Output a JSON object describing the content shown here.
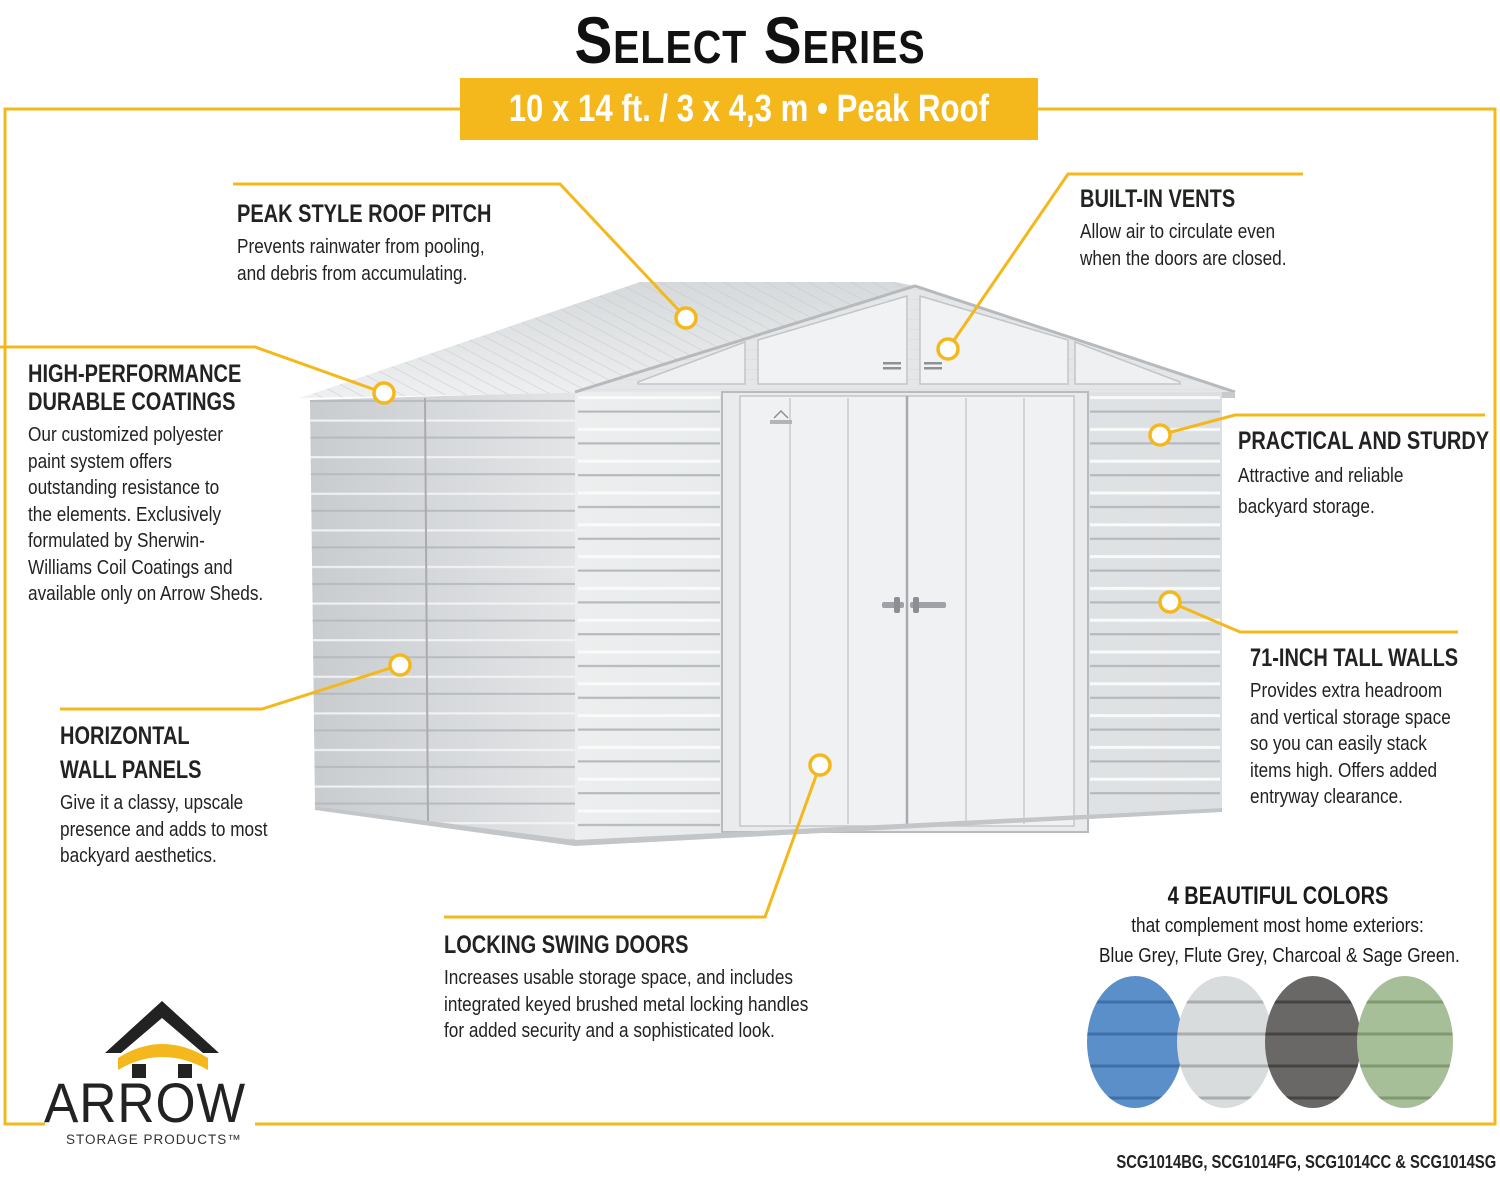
{
  "header": {
    "title": "Select Series",
    "subtitle": "10 x 14 ft. / 3 x 4,3 m  •  Peak Roof"
  },
  "features": {
    "roof": {
      "title": "PEAK STYLE ROOF PITCH",
      "lines": [
        "Prevents rainwater from pooling,",
        "and debris from accumulating."
      ]
    },
    "coatings": {
      "title_lines": [
        "HIGH-PERFORMANCE",
        "DURABLE COATINGS"
      ],
      "lines": [
        "Our customized polyester",
        "paint system offers",
        "outstanding resistance to",
        "the elements. Exclusively",
        "formulated by Sherwin-",
        "Williams Coil Coatings and",
        "available only on Arrow Sheds."
      ]
    },
    "panels": {
      "title_lines": [
        "HORIZONTAL",
        "WALL PANELS"
      ],
      "lines": [
        "Give it a classy, upscale",
        "presence and adds to most",
        "backyard aesthetics."
      ]
    },
    "doors": {
      "title": "LOCKING SWING DOORS",
      "lines": [
        "Increases usable storage space, and includes",
        "integrated keyed brushed metal locking handles",
        "for added security and a sophisticated look."
      ]
    },
    "vents": {
      "title": "BUILT-IN VENTS",
      "lines": [
        "Allow air to circulate even",
        "when the doors are closed."
      ]
    },
    "sturdy": {
      "title": "PRACTICAL AND STURDY",
      "lines": [
        "Attractive and reliable",
        "backyard storage."
      ]
    },
    "walls": {
      "title": "71-INCH TALL WALLS",
      "lines": [
        "Provides extra headroom",
        "and vertical storage space",
        "so you can easily stack",
        "items high. Offers added",
        "entryway clearance."
      ]
    }
  },
  "colors": {
    "title": "4 BEAUTIFUL COLORS",
    "line1": "that complement most home exteriors:",
    "line2": "Blue Grey, Flute Grey, Charcoal & Sage Green.",
    "swatches": [
      {
        "name": "blue-grey",
        "hex": "#5b8fc9"
      },
      {
        "name": "flute-grey",
        "hex": "#d9dcdc"
      },
      {
        "name": "charcoal",
        "hex": "#6a6866"
      },
      {
        "name": "sage-green",
        "hex": "#a7bf98"
      }
    ]
  },
  "brand": {
    "name": "ARROW",
    "tagline": "STORAGE PRODUCTS™"
  },
  "models": "SCG1014BG, SCG1014FG, SCG1014CC & SCG1014SG",
  "palette": {
    "accent": "#f4b81c",
    "text": "#222222",
    "shed": "#dfe2e4"
  }
}
